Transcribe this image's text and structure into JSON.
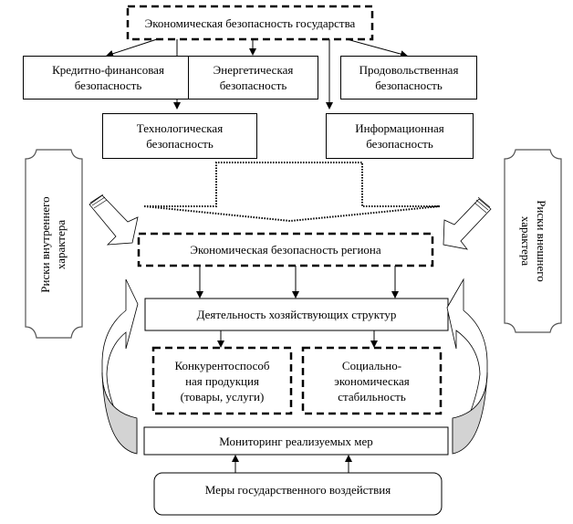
{
  "state": {
    "title": "Экономическая безопасность государства",
    "components": [
      {
        "label_line1": "Кредитно-финансовая",
        "label_line2": "безопасность"
      },
      {
        "label_line1": "Энергетическая",
        "label_line2": "безопасность"
      },
      {
        "label_line1": "Продовольственная",
        "label_line2": "безопасность"
      },
      {
        "label_line1": "Технологическая",
        "label_line2": "безопасность"
      },
      {
        "label_line1": "Информационная",
        "label_line2": "безопасность"
      }
    ]
  },
  "region": {
    "title": "Экономическая безопасность региона"
  },
  "risks": {
    "internal": {
      "line1": "Риски внутреннего",
      "line2": "характера"
    },
    "external": {
      "line1": "Риски внешнего",
      "line2": "характера"
    }
  },
  "activity": {
    "title": "Деятельность хозяйствующих структур"
  },
  "outcomes": [
    {
      "line1": "Конкурентоспособ",
      "line2": "ная продукция",
      "line3": "(товары, услуги)"
    },
    {
      "line1": "Социально-",
      "line2": "экономическая",
      "line3": "стабильность"
    }
  ],
  "monitoring": {
    "title": "Мониторинг реализуемых мер"
  },
  "measures": {
    "title": "Меры государственного воздействия"
  },
  "colors": {
    "line": "#000000",
    "loop_fill": "#d3d3d3",
    "background": "#ffffff"
  }
}
